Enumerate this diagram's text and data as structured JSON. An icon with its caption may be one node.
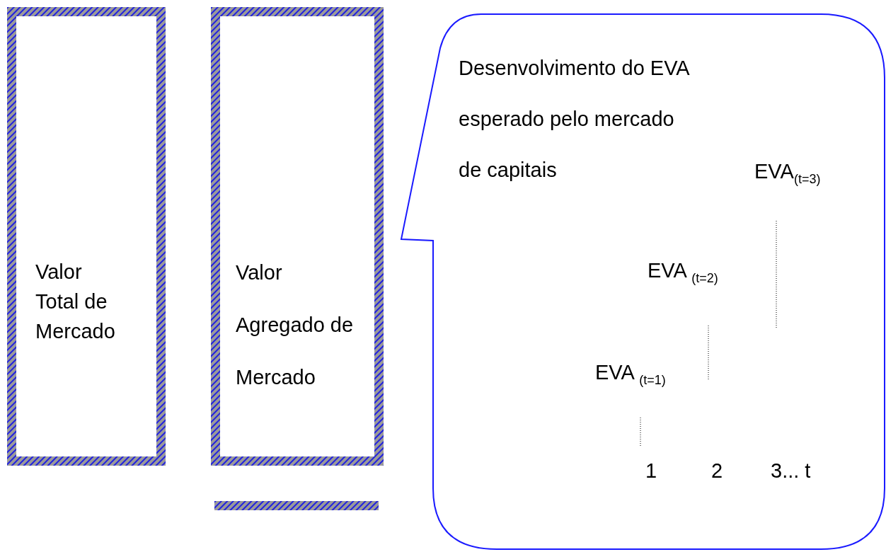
{
  "diagram": {
    "nodes": [
      {
        "text": [
          "Valor Total de Mercado"
        ]
      },
      {
        "text": [
          "Valor Agregado de Mercado"
        ]
      },
      {
        "text": [],
        "shape": "bar"
      },
      {
        "text": [
          "Desenvolvimento do EVA esperado pelo mercado de capitais"
        ]
      }
    ],
    "labels": [
      "EVA$_{(t=3)}$",
      "EVA $_{(t=2)}$",
      "EVA $_{(t=1)}$",
      "1",
      "2",
      "3... t"
    ]
  }
}
